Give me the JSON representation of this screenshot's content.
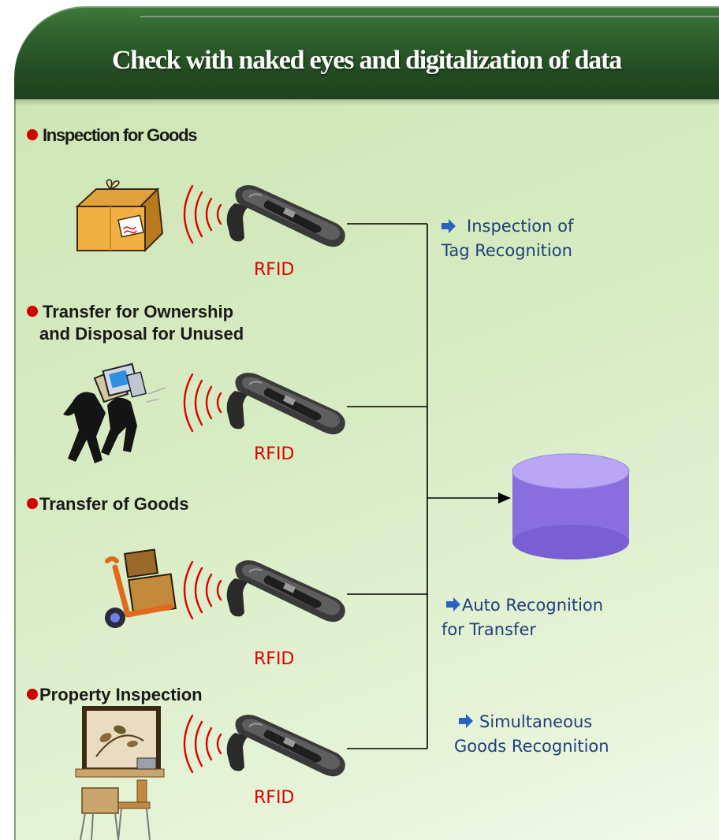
{
  "header": {
    "title": "Check with naked eyes and digitalization of data"
  },
  "sections": [
    {
      "heading": "Inspection for Goods"
    },
    {
      "heading_line1": "Transfer for Ownership",
      "heading_line2": "and Disposal for Unused"
    },
    {
      "heading": "Transfer of Goods"
    },
    {
      "heading": "Property Inspection"
    }
  ],
  "reader_label": "RFID",
  "notes": [
    {
      "line1": "Inspection of",
      "line2": "Tag Recognition"
    },
    {
      "line1": "Auto Recognition",
      "line2": "for Transfer"
    },
    {
      "line1": "Simultaneous",
      "line2": "Goods Recognition"
    }
  ],
  "colors": {
    "banner": "#2e5f2c",
    "bullet": "#d10000",
    "rfid_text": "#e00000",
    "note_text": "#1f3f7a",
    "database": "#8a6ee0",
    "waves": "#e00000"
  },
  "icons": [
    "package-icon",
    "people-carrying-computer-icon",
    "hand-truck-icon",
    "office-desk-icon",
    "rfid-reader-icon",
    "signal-waves-icon",
    "arrow-right-icon",
    "database-icon"
  ]
}
